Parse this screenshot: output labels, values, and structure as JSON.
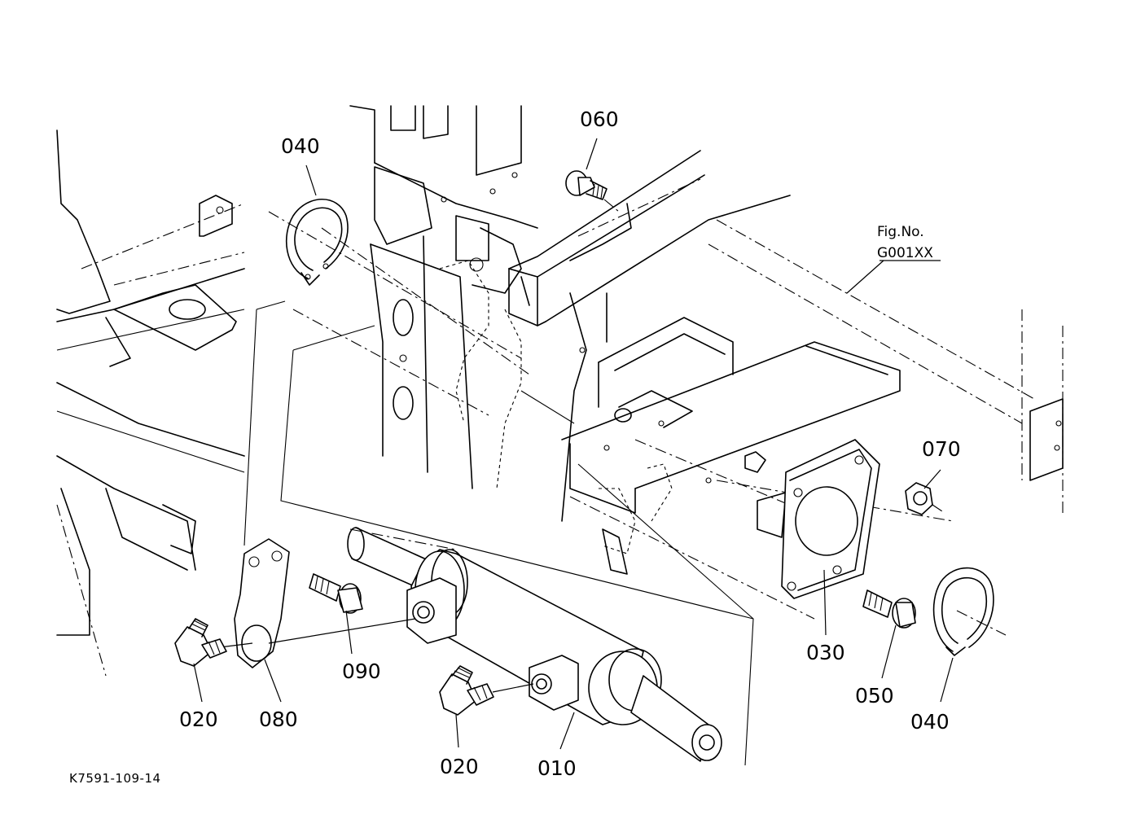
{
  "part_labels": {
    "p010": "010",
    "p020_left": "020",
    "p020_mid": "020",
    "p030": "030",
    "p040_top": "040",
    "p040_right": "040",
    "p050": "050",
    "p060": "060",
    "p070": "070",
    "p080": "080",
    "p090": "090"
  },
  "fig_ref": {
    "line1": "Fig.No.",
    "line2": "G001XX"
  },
  "drawing_id": "K7591-109-14"
}
